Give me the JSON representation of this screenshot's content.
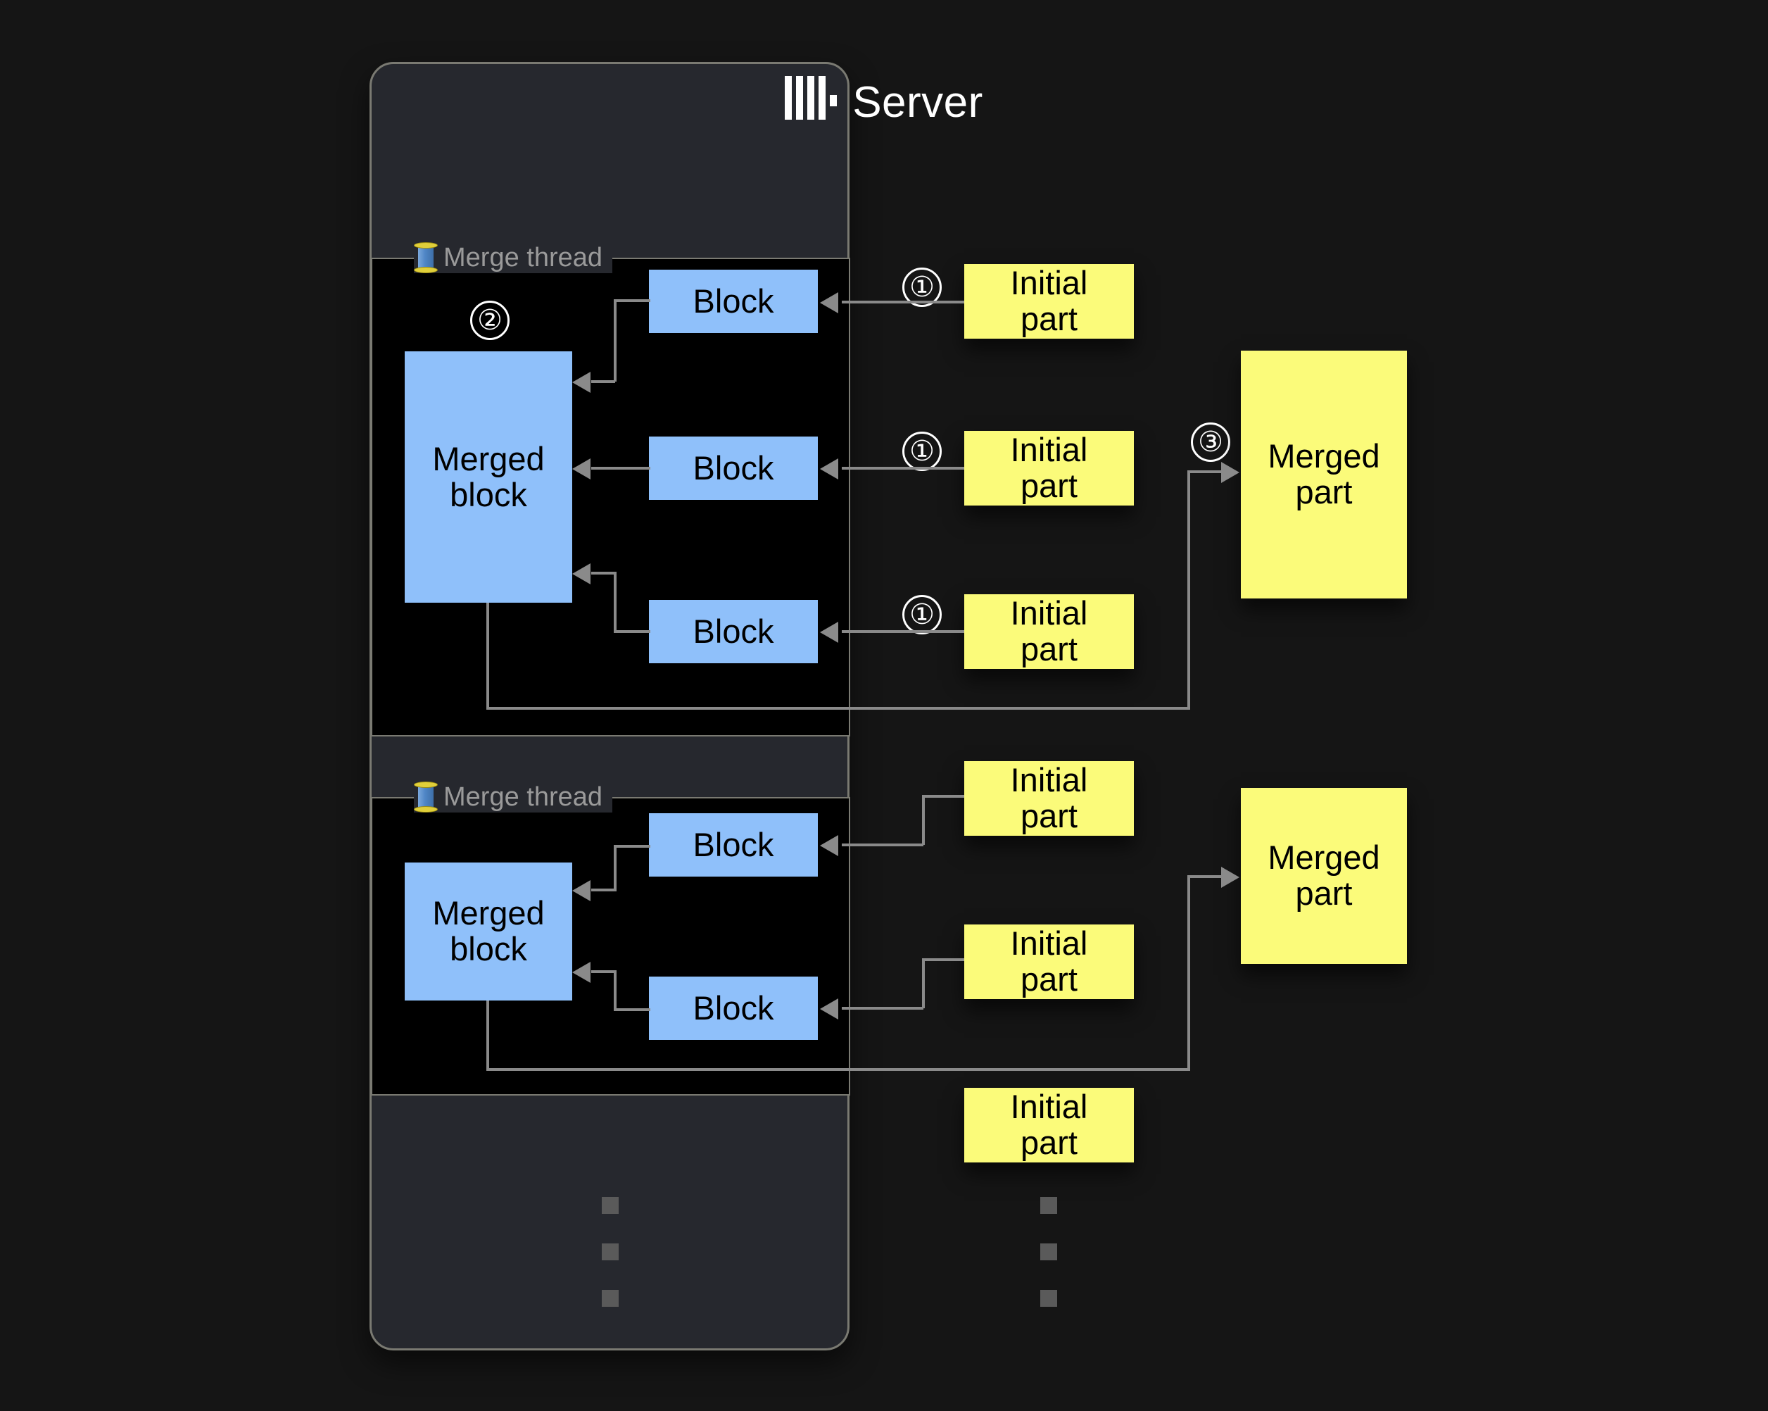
{
  "colors": {
    "background": "#151515",
    "panel": "#26282E",
    "panel_border": "#7a7a72",
    "thread_box": "#000000",
    "block_blue": "#8FC0FA",
    "part_yellow": "#FBFB7A",
    "connector": "#8a8a8a",
    "label_gray": "#9a9a9a",
    "title_white": "#ffffff"
  },
  "server": {
    "title": "Server",
    "logo_icon": "clickhouse-logo-icon"
  },
  "threads": [
    {
      "label": "Merge thread",
      "icon": "thread-spool-icon",
      "merged_block": {
        "label": "Merged\nblock",
        "line1": "Merged",
        "line2": "block"
      },
      "blocks": [
        {
          "label": "Block"
        },
        {
          "label": "Block"
        },
        {
          "label": "Block"
        }
      ],
      "initial_parts": [
        {
          "line1": "Initial",
          "line2": "part",
          "step": "①"
        },
        {
          "line1": "Initial",
          "line2": "part",
          "step": "①"
        },
        {
          "line1": "Initial",
          "line2": "part",
          "step": "①"
        }
      ],
      "merged_part": {
        "line1": "Merged",
        "line2": "part",
        "step": "③"
      },
      "merge_step": "②"
    },
    {
      "label": "Merge thread",
      "icon": "thread-spool-icon",
      "merged_block": {
        "label": "Merged\nblock",
        "line1": "Merged",
        "line2": "block"
      },
      "blocks": [
        {
          "label": "Block"
        },
        {
          "label": "Block"
        }
      ],
      "initial_parts": [
        {
          "line1": "Initial",
          "line2": "part"
        },
        {
          "line1": "Initial",
          "line2": "part"
        },
        {
          "line1": "Initial",
          "line2": "part"
        }
      ],
      "merged_part": {
        "line1": "Merged",
        "line2": "part"
      }
    }
  ],
  "ellipsis": {
    "server_dots": "vertical-ellipsis",
    "parts_dots": "vertical-ellipsis"
  }
}
